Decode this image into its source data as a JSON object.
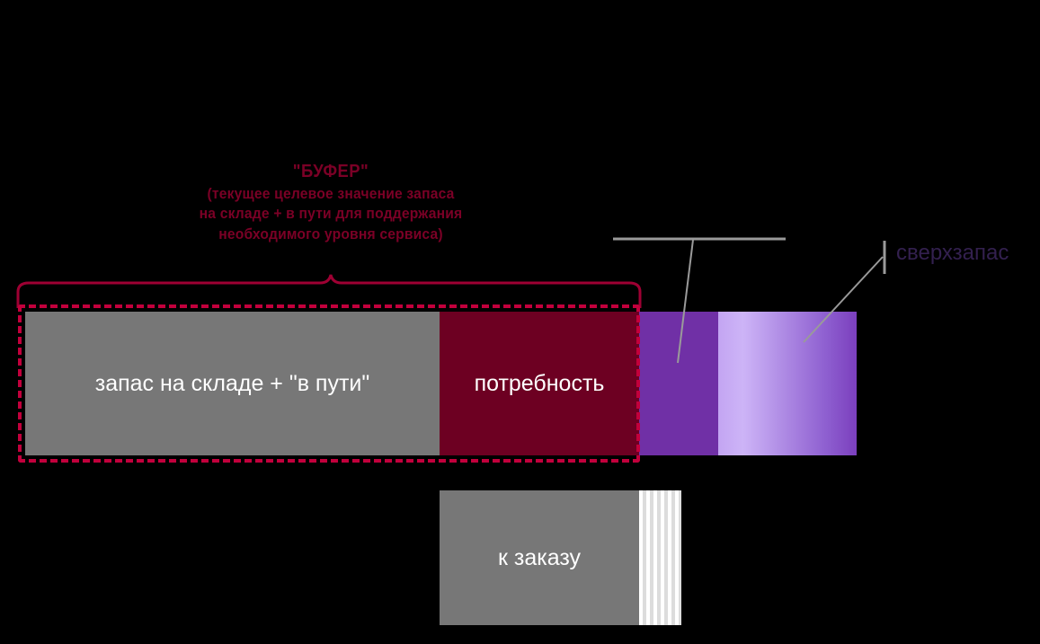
{
  "diagram": {
    "background_color": "#000000",
    "buffer_caption": {
      "title": "\"БУФЕР\"",
      "line1": "(текущее целевое значение запаса",
      "line2": "на складе + в пути для поддержания",
      "line3": "необходимого уровня сервиса)",
      "color": "#7b0026"
    },
    "main_bar": {
      "segments": [
        {
          "label": "запас на складе + \"в пути\"",
          "color": "#777777",
          "kind": "solid"
        },
        {
          "label": "потребность",
          "color": "#6d0022",
          "kind": "solid"
        },
        {
          "label": "",
          "color": "#7030a6",
          "kind": "solid"
        },
        {
          "label": "",
          "color": "#c3a5f2",
          "kind": "gradient"
        }
      ]
    },
    "annotations": {
      "overstock_label": "сверхзапас",
      "overstock_color": "#33204f",
      "leader_line_color": "#9a9a9a",
      "buffer_outline_color": "#c2003c",
      "brace_color": "#9e0033"
    },
    "order_bar": {
      "label": "к заказу",
      "color": "#777777",
      "stripe_colors": [
        "#ffffff",
        "#dcdcdc"
      ]
    }
  }
}
